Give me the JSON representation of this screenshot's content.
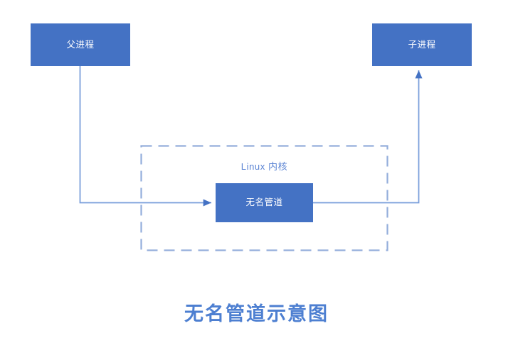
{
  "diagram": {
    "title": "无名管道示意图",
    "title_color": "#4d7fd1",
    "background": "#ffffff",
    "node_fill": "#4472c4",
    "node_text_color": "#ffffff",
    "connector_color": "#5b84d3",
    "group_border_color": "#94aedb",
    "nodes": [
      {
        "id": "parent-process",
        "label": "父进程"
      },
      {
        "id": "child-process",
        "label": "子进程"
      },
      {
        "id": "anonymous-pipe",
        "label": "无名管道"
      }
    ],
    "group": {
      "id": "linux-kernel",
      "label": "Linux 内核",
      "border_style": "dashed"
    },
    "connectors": [
      {
        "id": "parent-to-pipe",
        "from": "父进程",
        "to": "无名管道",
        "arrow": "end"
      },
      {
        "id": "pipe-to-child",
        "from": "无名管道",
        "to": "子进程",
        "arrow": "end"
      }
    ]
  }
}
